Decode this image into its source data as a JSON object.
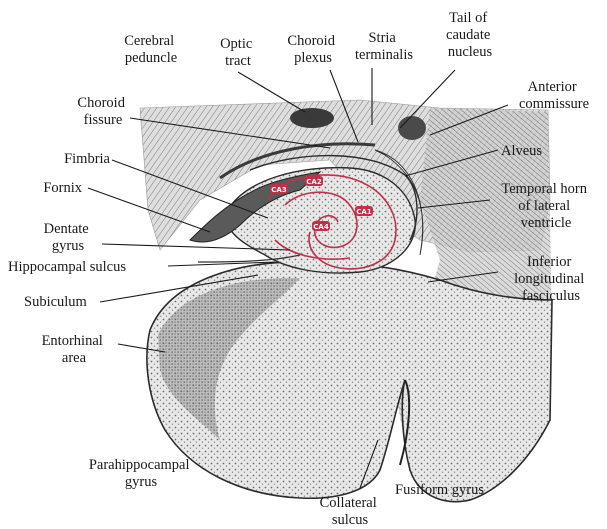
{
  "labels": {
    "cerebral_peduncle": [
      "Cerebral",
      "peduncle"
    ],
    "optic_tract": [
      "Optic",
      "tract"
    ],
    "choroid_plexus": [
      "Choroid",
      "plexus"
    ],
    "stria_terminalis": [
      "Stria",
      "terminalis"
    ],
    "tail_caudate": [
      "Tail of",
      "caudate",
      "nucleus"
    ],
    "anterior_commissure": [
      "Anterior",
      "commissure"
    ],
    "choroid_fissure": [
      "Choroid",
      "fissure"
    ],
    "alveus": [
      "Alveus"
    ],
    "fimbria": [
      "Fimbria"
    ],
    "temporal_horn": [
      "Temporal horn",
      "of lateral",
      "ventricle"
    ],
    "fornix": [
      "Fornix"
    ],
    "dentate_gyrus": [
      "Dentate",
      "gyrus"
    ],
    "hippocampal_sulcus": [
      "Hippocampal sulcus"
    ],
    "inferior_longitudinal": [
      "Inferior",
      "longitudinal",
      "fasciculus"
    ],
    "subiculum": [
      "Subiculum"
    ],
    "entorhinal": [
      "Entorhinal",
      "area"
    ],
    "parahippocampal": [
      "Parahippocampal",
      "gyrus"
    ],
    "fusiform": [
      "Fusiform gyrus"
    ],
    "collateral_sulcus": [
      "Collateral",
      "sulcus"
    ]
  },
  "ca_fields": {
    "ca1": "CA1",
    "ca2": "CA2",
    "ca3": "CA3",
    "ca4": "CA4"
  },
  "colors": {
    "ca_outline": "#c0304a",
    "tissue_dark": "#3a3a3a",
    "tissue_mid": "#8a8a8a",
    "tissue_light": "#d9d9d9"
  }
}
